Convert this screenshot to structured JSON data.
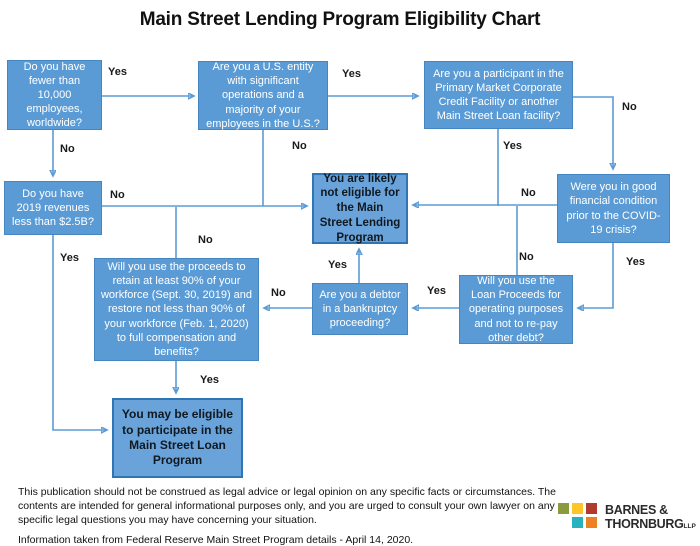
{
  "title": "Main Street Lending Program Eligibility Chart",
  "nodes": {
    "employees": {
      "text": "Do you have fewer than 10,000 employees, worldwide?"
    },
    "us_entity": {
      "text": "Are you a U.S. entity with significant operations and a majority of your employees in the U.S.?"
    },
    "pmccf": {
      "text": "Are you a participant in the Primary Market Corporate Credit Facility or another Main Street Loan facility?"
    },
    "revenues": {
      "text": "Do you have 2019 revenues less than $2.5B?"
    },
    "not_eligible": {
      "text": "You are likely not eligible for the Main Street Lending Program"
    },
    "financial_condition": {
      "text": "Were you in good financial condition prior to the COVID-19 crisis?"
    },
    "workforce": {
      "text": "Will you use the proceeds to retain at least 90% of your workforce (Sept. 30, 2019) and restore not less than 90% of your workforce (Feb. 1, 2020) to full compensation and benefits?"
    },
    "bankruptcy": {
      "text": "Are you a debtor in a bankruptcy proceeding?"
    },
    "loan_proceeds": {
      "text": "Will you use the Loan Proceeds for operating purposes and not to re-pay other debt?"
    },
    "may_be_eligible": {
      "text": "You may be eligible to participate in the Main Street Loan Program"
    }
  },
  "edges": [
    {
      "from": "employees",
      "to": "us_entity",
      "label": "Yes"
    },
    {
      "from": "employees",
      "to": "revenues",
      "label": "No"
    },
    {
      "from": "us_entity",
      "to": "pmccf",
      "label": "Yes"
    },
    {
      "from": "us_entity",
      "to": "not_eligible",
      "label": "No"
    },
    {
      "from": "pmccf",
      "to": "financial_condition",
      "label": "No"
    },
    {
      "from": "pmccf",
      "to": "not_eligible",
      "label": "Yes"
    },
    {
      "from": "revenues",
      "to": "not_eligible",
      "label": "No"
    },
    {
      "from": "revenues",
      "to": "may_be_eligible",
      "label": "Yes"
    },
    {
      "from": "financial_condition",
      "to": "not_eligible",
      "label": "No"
    },
    {
      "from": "financial_condition",
      "to": "loan_proceeds",
      "label": "Yes"
    },
    {
      "from": "loan_proceeds",
      "to": "not_eligible",
      "label": "No"
    },
    {
      "from": "loan_proceeds",
      "to": "bankruptcy",
      "label": "Yes"
    },
    {
      "from": "bankruptcy",
      "to": "not_eligible",
      "label": "Yes"
    },
    {
      "from": "bankruptcy",
      "to": "workforce",
      "label": "No"
    },
    {
      "from": "workforce",
      "to": "not_eligible",
      "label": "No"
    },
    {
      "from": "workforce",
      "to": "may_be_eligible",
      "label": "Yes"
    }
  ],
  "footer": {
    "disclaimer": "This publication should not be construed as legal advice or legal opinion on any specific facts or circumstances. The contents are intended for general informational purposes only, and you are urged to consult your own lawyer on any specific legal questions you may have concerning your situation.",
    "source": "Information taken from Federal Reserve Main Street Program details - April 14, 2020."
  },
  "logo": {
    "line1": "BARNES &",
    "line2": "THORNBURG",
    "suffix": "LLP"
  },
  "colors": {
    "node_fill": "#5B9BD5",
    "node_border": "#4586C0",
    "result_fill": "#69A3DA",
    "result_border": "#2E75B6",
    "connector": "#5B9BD5",
    "label_text": "#1a1a1a",
    "logo_squares": [
      "#8C9A3E",
      "#FFC425",
      "#B03A2E",
      "#27B2BE",
      "#EE8222"
    ]
  }
}
